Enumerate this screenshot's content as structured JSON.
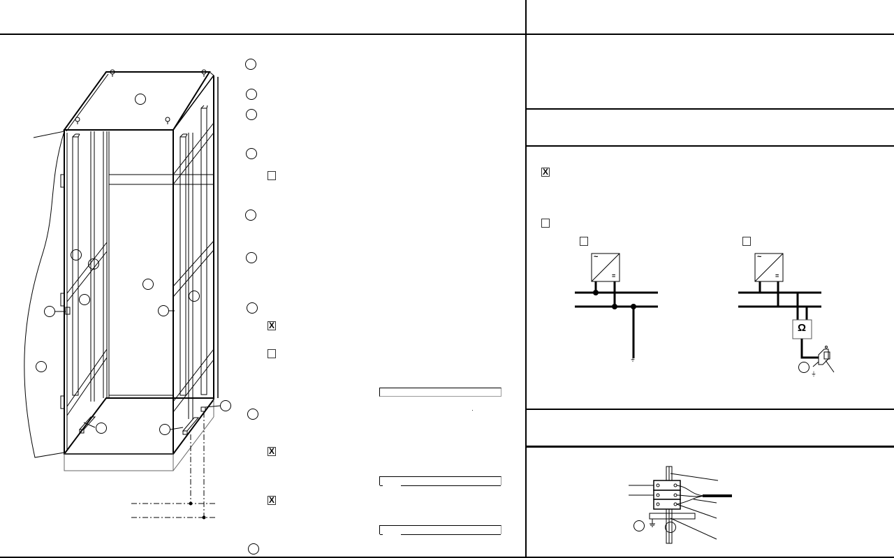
{
  "page": {
    "header_left": "",
    "header_right": "",
    "section_titles": {
      "right_top": "",
      "right_band_1": "",
      "right_band_2": "",
      "right_band_3": ""
    }
  },
  "left_panel": {
    "figure": {
      "name": "cabinet-isometric-drawing",
      "callouts": [
        "",
        "",
        "",
        "",
        "",
        "",
        "",
        "",
        "",
        "",
        "",
        "",
        "",
        "",
        ""
      ]
    },
    "legend": {
      "items": [
        {
          "callout": "",
          "text": ""
        },
        {
          "callout": "",
          "text": ""
        },
        {
          "callout": "",
          "text": ""
        },
        {
          "callout": "",
          "text": ""
        },
        {
          "callout": "",
          "text": ""
        },
        {
          "callout": "",
          "text": ""
        },
        {
          "callout": "",
          "text": ""
        },
        {
          "callout": "",
          "text": ""
        },
        {
          "callout": "",
          "text": ""
        }
      ],
      "checkboxes": [
        {
          "checked": false,
          "mark": "",
          "label": ""
        },
        {
          "checked": true,
          "mark": "X",
          "label": ""
        },
        {
          "checked": false,
          "mark": "",
          "label": ""
        },
        {
          "checked": true,
          "mark": "X",
          "label": ""
        },
        {
          "checked": true,
          "mark": "X",
          "label": ""
        }
      ],
      "fields": [
        {
          "value": "",
          "placeholder": ""
        },
        {
          "value": "",
          "placeholder": ""
        },
        {
          "value": "",
          "placeholder": ""
        }
      ]
    }
  },
  "right_panel": {
    "grounding_options": {
      "option_a": {
        "checked": true,
        "mark": "X",
        "label": ""
      },
      "option_b": {
        "checked": false,
        "mark": "",
        "label": ""
      },
      "sub_option_1": {
        "checked": false,
        "mark": "",
        "label": ""
      },
      "sub_option_2": {
        "checked": false,
        "mark": "",
        "label": ""
      }
    },
    "schematics": {
      "converter_symbol_ac": "~",
      "converter_symbol_dc": "=",
      "insulation_monitor_symbol": "Ω",
      "ground_symbol": "⏚"
    },
    "terminal_block": {
      "callouts": [
        "",
        ""
      ]
    }
  }
}
